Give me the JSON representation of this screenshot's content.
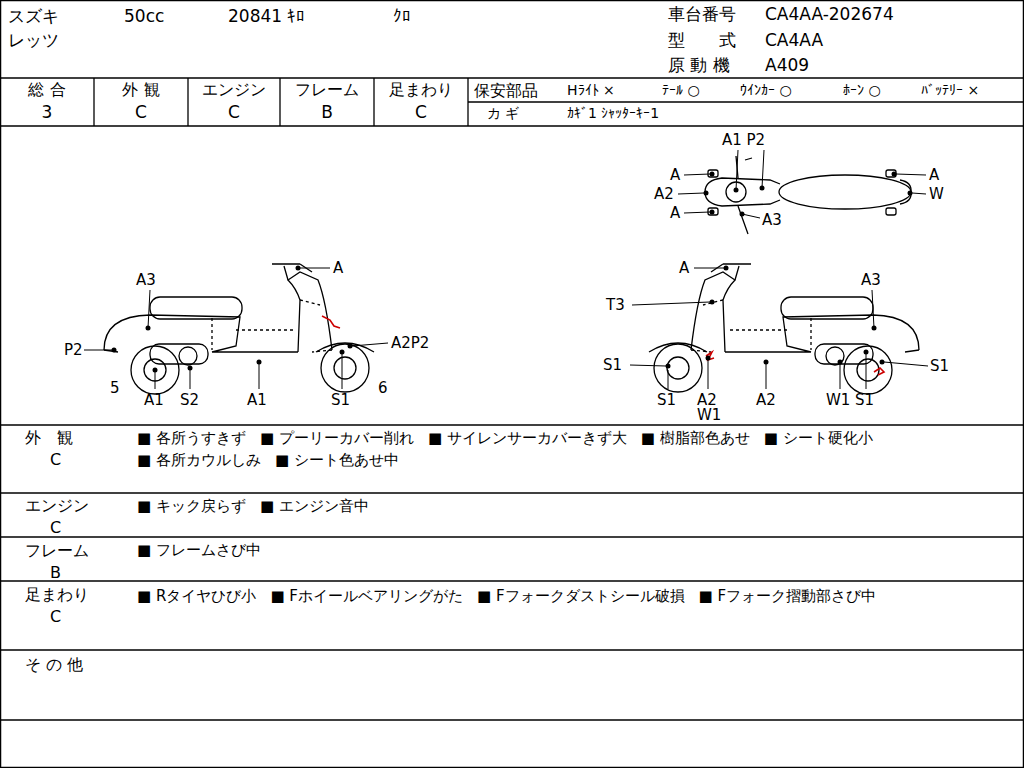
{
  "diagram": {
    "labels": [
      "スズキ",
      "50cc",
      "20841 ｷﾛ",
      "ｸﾛ",
      "車台番号",
      "CA4AA-202674",
      "レッツ",
      "型　　式",
      "CA4AA",
      "原 動 機",
      "A409",
      "総 合",
      "外 観",
      "エンジン",
      "フレーム",
      "足まわり",
      "3",
      "C",
      "C",
      "B",
      "C",
      "保安部品",
      "Hﾗｲﾄ ×",
      "ﾃｰﾙ ○",
      "ｳｲﾝｶｰ ○",
      "ﾎｰﾝ ○",
      "ﾊﾞｯﾃﾘｰ ×",
      "カ ギ",
      "ｶｷﾞ1 ｼｬｯﾀｰｷｰ1",
      "A1 P2",
      "A",
      "A2",
      "A",
      "A3",
      "A",
      "W",
      "A3",
      "A",
      "P2",
      "A2P2",
      "5",
      "A1",
      "S2",
      "A1",
      "S1",
      "6",
      "A",
      "T3",
      "A3",
      "S1",
      "S1",
      "S1",
      "A2",
      "W1",
      "A2",
      "W1",
      "S1",
      "外　観",
      "C",
      "■ 各所うすきず",
      "■ プーリーカバー削れ",
      "■ サイレンサーカバーきず大",
      "■ 樹脂部色あせ",
      "■ シート硬化小",
      "■ 各所カウルしみ",
      "■ シート色あせ中",
      "エンジン",
      "C",
      "■ キック戻らず",
      "■ エンジン音中",
      "フレーム",
      "B",
      "■ フレームさび中",
      "足まわり",
      "C",
      "■ Rタイヤひび小",
      "■ Fホイールベアリングがた",
      "■ Fフォークダストシール破損",
      "■ Fフォーク摺動部さび中",
      "そ の 他"
    ]
  }
}
